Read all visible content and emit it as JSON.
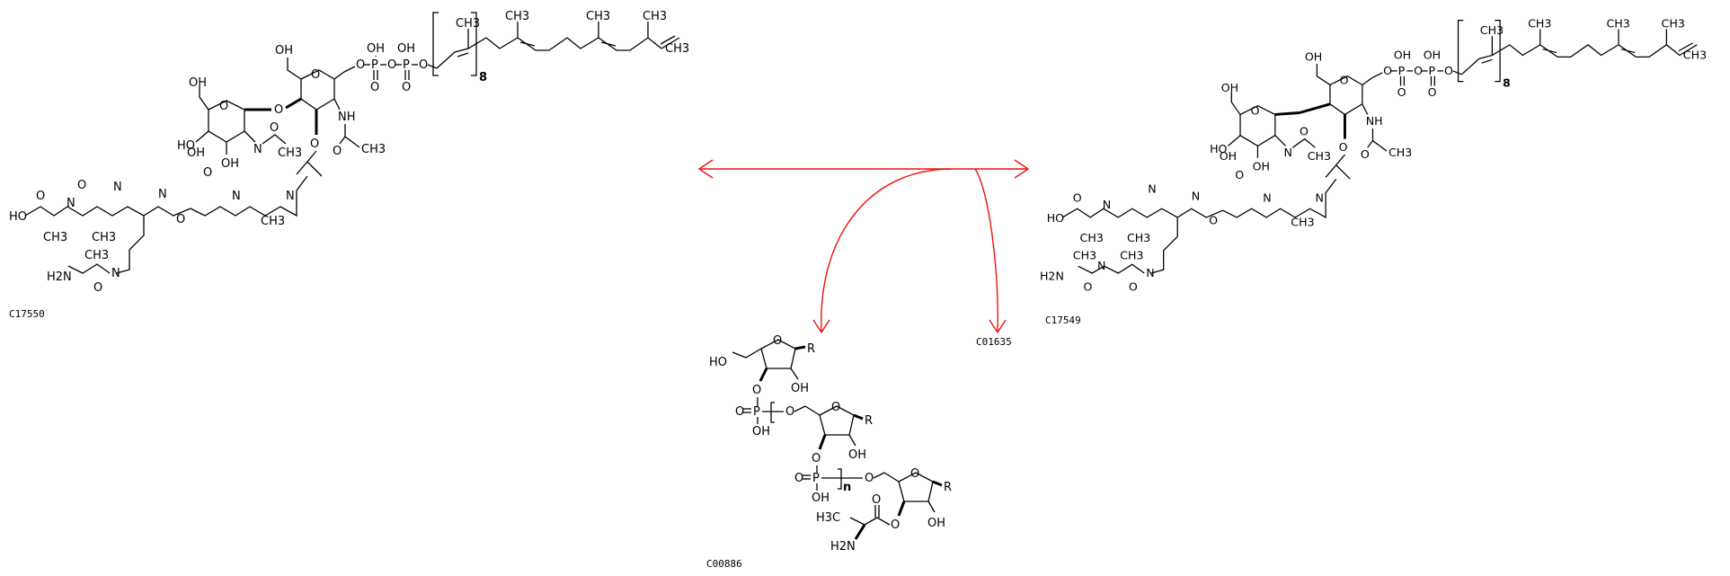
{
  "reaction": {
    "left_compound": {
      "id": "C17550",
      "atoms": {
        "oh1": "OH",
        "p1": "P",
        "o1": "O",
        "oh2": "OH",
        "p2": "P",
        "o2": "O",
        "o3": "O",
        "o4": "O",
        "o5": "O",
        "ch3_a": "CH3",
        "ch3_b": "CH3",
        "ch3_c": "CH3",
        "ch3_d": "CH3",
        "ch3_e": "CH3",
        "rep_n": "8",
        "oh_top": "OH",
        "o_ring": "O",
        "o_link": "O",
        "nh_a": "NH",
        "o_ac": "O",
        "ch3_ac": "CH3",
        "oh_g1": "OH",
        "o_ring2": "O",
        "ho_g1": "HO",
        "oh_g2": "OH",
        "nh_g": "N",
        "o_g": "O",
        "ch3_g": "CH3",
        "o_ether": "O",
        "cooh": "OH",
        "o_acid": "O",
        "ho_term": "HO",
        "o_term": "O",
        "ch3_1": "CH3",
        "n1": "N",
        "ch3_2": "CH3",
        "n2": "N",
        "o_lys": "O",
        "n3": "N",
        "n4": "N",
        "n5": "N",
        "ch3_3": "CH3",
        "o_5": "O",
        "nh2": "H2N",
        "ch3_ala": "CH3",
        "nh_lys": "N",
        "o_ala": "O"
      }
    },
    "right_compound": {
      "id": "C17549",
      "atoms": {
        "oh1": "OH",
        "p1": "P",
        "o1": "O",
        "oh2": "OH",
        "p2": "P",
        "o2": "O",
        "o3": "O",
        "o4": "O",
        "o5": "O",
        "ch3_a": "CH3",
        "ch3_b": "CH3",
        "ch3_c": "CH3",
        "ch3_d": "CH3",
        "ch3_e": "CH3",
        "rep_n": "8",
        "oh_top": "OH",
        "o_ring": "O",
        "nh_a": "NH",
        "o_ac": "O",
        "ch3_ac": "CH3",
        "oh_g1": "OH",
        "o_ring2": "O",
        "ho_g1": "HO",
        "oh_g2": "OH",
        "nh_g": "N",
        "o_g": "O",
        "ch3_g": "CH3",
        "o_ether": "O",
        "cooh": "OH",
        "o_acid": "O",
        "ho_term": "HO",
        "o_term": "O",
        "ch3_1": "CH3",
        "n1": "N",
        "ch3_2": "CH3",
        "n2": "N",
        "n3": "N",
        "n4": "N",
        "n5": "N",
        "ch3_3": "CH3",
        "o_5": "O",
        "nh2": "H2N",
        "ch3_ala": "CH3",
        "n_ala": "N",
        "ch3_ala2": "CH3",
        "nh_lys": "N",
        "o_ala": "O",
        "o_ala2": "O"
      }
    },
    "product_c00886": {
      "id": "C00886",
      "atoms": {
        "ho1": "HO",
        "o_r1": "O",
        "r1": "R",
        "o_l1": "O",
        "oh1": "OH",
        "o_dbl1": "O",
        "p1": "P",
        "o_p1": "O",
        "oh_p1": "OH",
        "o_r2": "O",
        "r2": "R",
        "o_l2": "O",
        "oh2": "OH",
        "o_dbl2": "O",
        "p2": "P",
        "n": "n",
        "o_p2": "O",
        "oh_p2": "OH",
        "o_r3": "O",
        "r3": "R",
        "o_ester": "O",
        "oh3": "OH",
        "h3c": "H3C",
        "o_co": "O",
        "nh2": "H2N"
      }
    },
    "product_c01635": {
      "id": "C01635"
    },
    "colors": {
      "arrow": "#e8140e",
      "structure": "#000000",
      "background": "#ffffff"
    }
  }
}
